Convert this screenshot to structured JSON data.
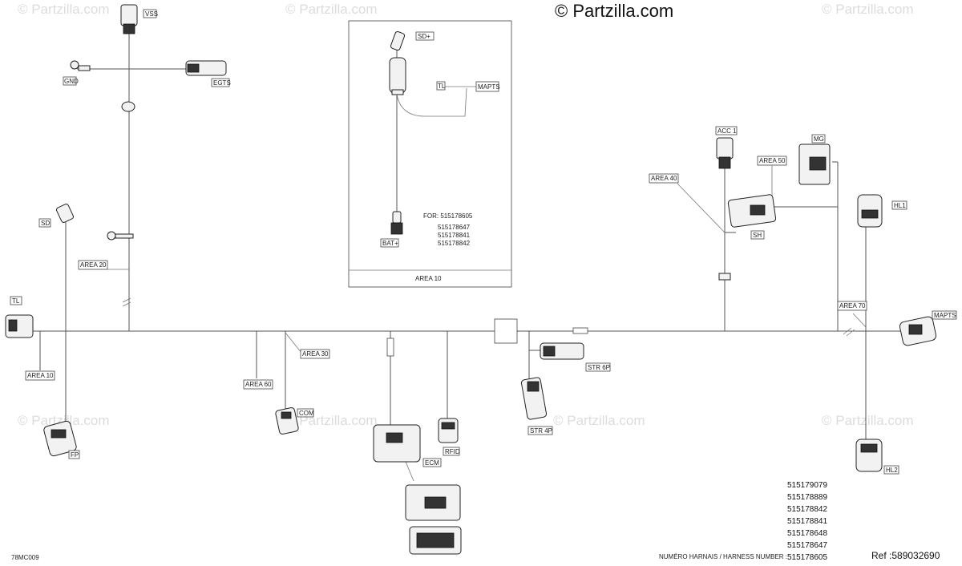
{
  "copyright": "© Partzilla.com",
  "watermark": "© Partzilla.com",
  "figure_code": "78MC009",
  "reference": "Ref :589032690",
  "harness_label": "NUMÉRO HARNAIS / HARNESS NUMBER :",
  "harness_numbers": [
    "515179079",
    "515178889",
    "515178842",
    "515178841",
    "515178648",
    "515178647",
    "515178605"
  ],
  "inset": {
    "for_label": "FOR: 515178605",
    "numbers": [
      "515178647",
      "515178841",
      "515178842"
    ],
    "footer": "AREA 10",
    "labels": {
      "sd_plus": "SD+",
      "tl": "TL",
      "mapts": "MAPTS",
      "bat_plus": "BAT+"
    }
  },
  "connectors": {
    "vss": "VSS",
    "gnd": "GND",
    "egts": "EGTS",
    "sd": "SD",
    "tl": "TL",
    "fp": "FP",
    "com": "COM",
    "ecm": "ECM",
    "rfid": "RFID",
    "str6p": "STR 6P",
    "str4p": "STR 4P",
    "acc1": "ACC 1",
    "mg": "MG",
    "sh": "SH",
    "hl1": "HL1",
    "hl2": "HL2",
    "mapts": "MAPTS"
  },
  "areas": {
    "area10": "AREA 10",
    "area20": "AREA 20",
    "area30": "AREA 30",
    "area40": "AREA 40",
    "area50": "AREA 50",
    "area60": "AREA 60",
    "area70": "AREA 70"
  }
}
